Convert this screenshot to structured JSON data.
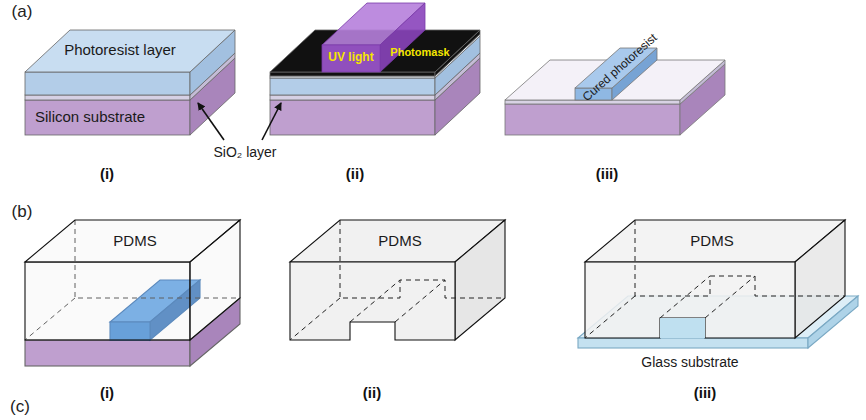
{
  "diagram": {
    "labels": [
      "(a)",
      "Photoresist layer",
      "Silicon substrate",
      "(i)",
      "UV light",
      "Photomask",
      "(ii)",
      "SiO₂ layer",
      "Cured photoresist",
      "(iii)",
      "(b)",
      "PDMS",
      "(i)",
      "PDMS",
      "(ii)",
      "PDMS",
      "Glass substrate",
      "(iii)",
      "(c)"
    ]
  }
}
